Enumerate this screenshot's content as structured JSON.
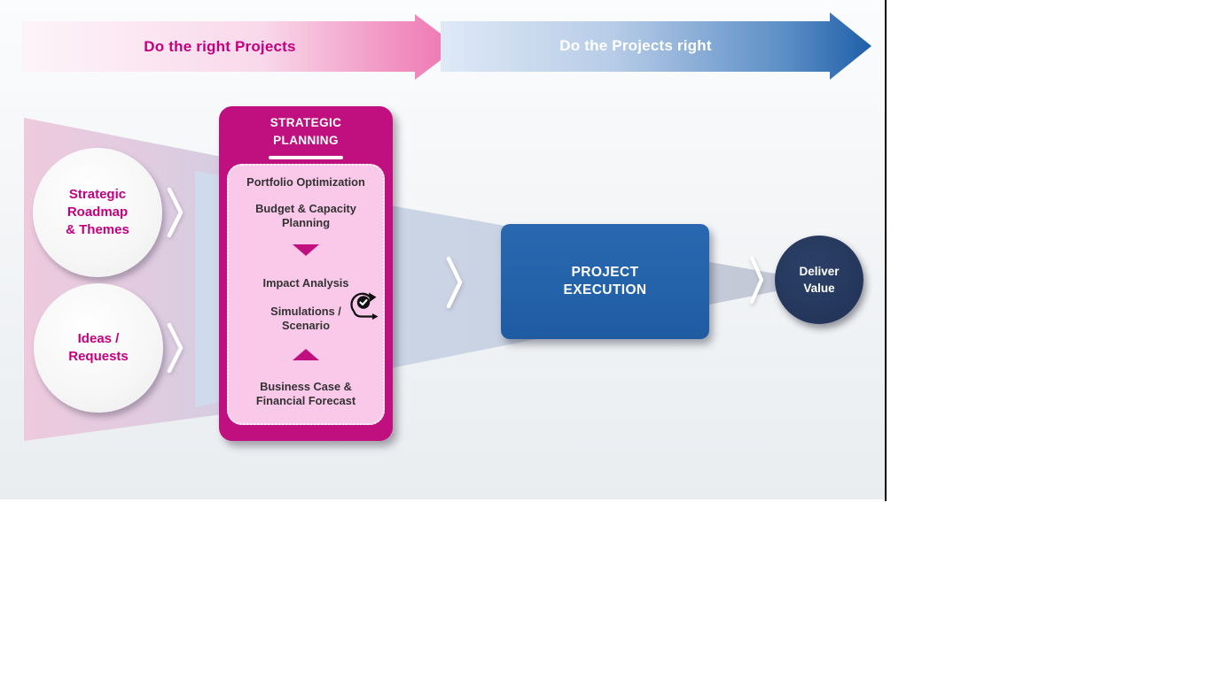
{
  "top_banners": {
    "left_label": "Do the right Projects",
    "right_label": "Do the Projects right"
  },
  "funnel_inputs": [
    {
      "line1": "Strategic",
      "line2": "Roadmap",
      "line3": "& Themes"
    },
    {
      "line1": "Ideas /",
      "line2": "Requests"
    }
  ],
  "strategic_planning": {
    "title_line1": "STRATEGIC",
    "title_line2": "PLANNING",
    "portfolio_optimization": "Portfolio Optimization",
    "budget_capacity_line1": "Budget & Capacity",
    "budget_capacity_line2": "Planning",
    "impact_analysis": "Impact Analysis",
    "simulations_line1": "Simulations /",
    "simulations_line2": "Scenario",
    "business_case_line1": "Business Case &",
    "business_case_line2": "Financial Forecast"
  },
  "project_execution": {
    "line1": "PROJECT",
    "line2": "EXECUTION"
  },
  "deliver_value": {
    "line1": "Deliver",
    "line2": "Value"
  },
  "icons": {
    "sprint_iteration": "circular-arrow-with-checkmark",
    "chevron": "right-chevron"
  },
  "colors": {
    "magenta_primary": "#c0107f",
    "magenta_text": "#c4007e",
    "pink_inner_panel": "#fac9ea",
    "banner_pink_end": "#ee74b1",
    "blue_primary": "#2361a9",
    "banner_blue_end": "#1f5fa8",
    "navy_dark": "#24365a",
    "funnel_pink_start": "#eecade",
    "funnel_pink_end": "#d5cde1",
    "funnel_blue_start": "#cfdaec",
    "funnel_blue_end": "#c2c8d4",
    "item_text_dark": "#333333"
  }
}
